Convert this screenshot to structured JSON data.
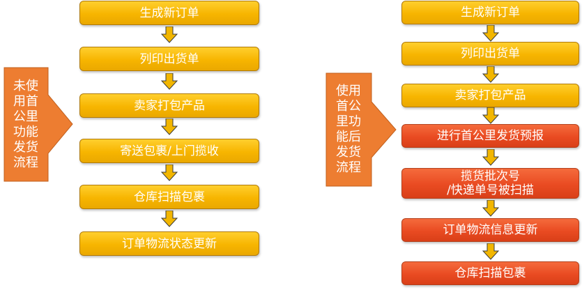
{
  "left_flow": {
    "side_label": "未使\n用首\n公里\n功能\n发货\n流程",
    "steps": [
      "生成新订单",
      "列印出货单",
      "卖家打包产品",
      "寄送包裹/上门揽收",
      "仓库扫描包裹",
      "订单物流状态更新"
    ]
  },
  "right_flow": {
    "side_label": "使用\n首公\n里功\n能后\n发货\n流程",
    "steps": [
      "生成新订单",
      "列印出货单",
      "卖家打包产品",
      "进行首公里发货预报",
      "揽货批次号\n/快递单号被扫描",
      "订单物流信息更新",
      "仓库扫描包裹"
    ]
  },
  "colors": {
    "yellow_box": "#f7b500",
    "red_box": "#e94b22",
    "side_arrow": "#ed7d31",
    "connector_arrow": "#f2b600"
  }
}
